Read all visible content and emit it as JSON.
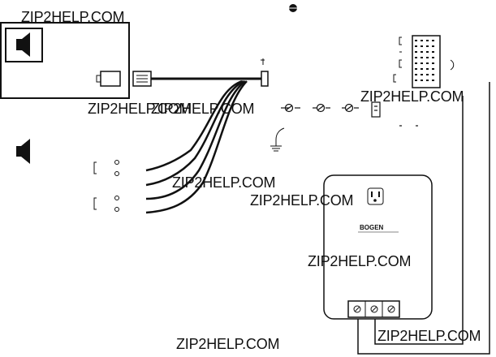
{
  "watermarks": [
    "ZIP2HELP.COM",
    "ZIP2HELP.COM",
    "ZIP2HELP.COM",
    "ZIP2HELP.COM",
    "ZIP2HELP.COM",
    "ZIP2HELP.COM",
    "ZIP2HELP.COM",
    "ZIP2HELP.COM",
    "ZIP2HELP.COM"
  ],
  "brand_logo": "BOGEN",
  "colors": {
    "ink": "#111111",
    "paper": "#ffffff"
  },
  "icons": [
    "speaker-icon",
    "rj-jack-icon",
    "ground-icon",
    "ac-outlet-icon",
    "screw-terminal-icon"
  ]
}
